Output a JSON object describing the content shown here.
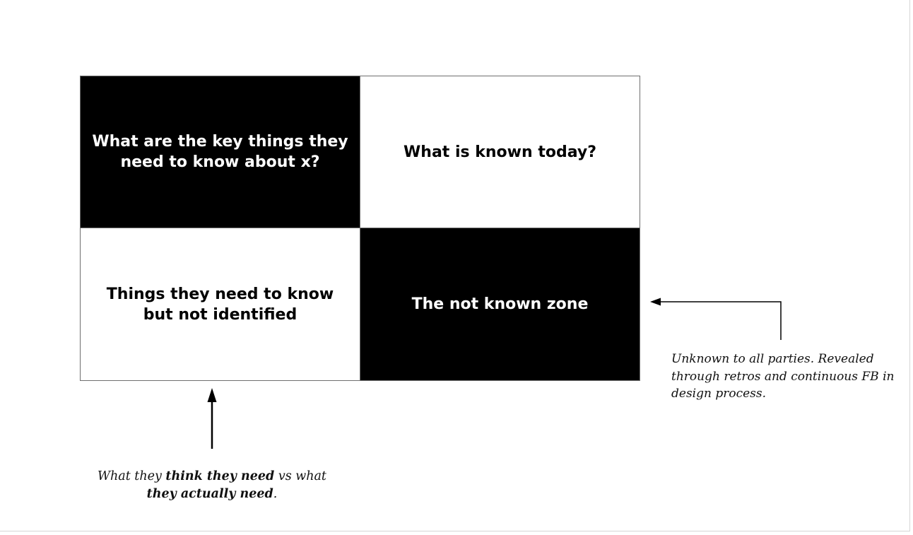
{
  "quadrants": {
    "top_left": "What are the key things they need to know about x?",
    "top_right": "What is known today?",
    "bottom_left": "Things they need to know but not identified",
    "bottom_right": "The not known zone"
  },
  "annotations": {
    "right_note": "Unknown to all parties. Revealed through retros and continuous FB in design process.",
    "bottom_note": {
      "part1": "What they ",
      "part2_bold": "think they need",
      "part3": " vs what ",
      "part4_bold": "they actually need",
      "part5": "."
    }
  },
  "colors": {
    "dark_cell": "#000000",
    "light_cell": "#ffffff",
    "border": "#6f6f6f"
  }
}
